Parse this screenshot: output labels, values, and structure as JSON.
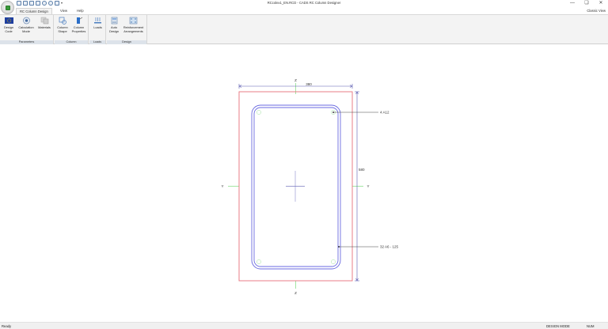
{
  "window": {
    "title": "RCcolex1_EN.RCD - CADS RC Column Designer",
    "controls": {
      "minimize": "—",
      "maximize": "❏",
      "close": "✕"
    }
  },
  "quick_access": {
    "icons": [
      "new-icon",
      "open-icon",
      "save-icon",
      "save-as-icon",
      "undo-icon",
      "redo-icon",
      "print-preview-icon"
    ],
    "dropdown": "▾"
  },
  "tabs": [
    {
      "label": "RC Column Design",
      "active": true
    },
    {
      "label": "View",
      "active": false
    },
    {
      "label": "Help",
      "active": false
    }
  ],
  "classic_view_label": "Classic View",
  "ribbon": {
    "groups": [
      {
        "label": "Parameters",
        "buttons": [
          {
            "label_line1": "Design",
            "label_line2": "Code",
            "icon": "eu-flag-icon"
          },
          {
            "label_line1": "Calculation",
            "label_line2": "Mode",
            "icon": "calculation-mode-icon"
          },
          {
            "label_line1": "Materials",
            "label_line2": "",
            "icon": "materials-icon"
          }
        ]
      },
      {
        "label": "Column",
        "buttons": [
          {
            "label_line1": "Column",
            "label_line2": "Shape",
            "icon": "column-shape-icon"
          },
          {
            "label_line1": "Column",
            "label_line2": "Properties",
            "icon": "column-properties-icon"
          }
        ]
      },
      {
        "label": "Loads",
        "buttons": [
          {
            "label_line1": "Loads",
            "label_line2": "",
            "icon": "loads-icon"
          }
        ]
      },
      {
        "label": "Design",
        "buttons": [
          {
            "label_line1": "Auto",
            "label_line2": "Design",
            "icon": "auto-design-icon"
          },
          {
            "label_line1": "Reinforcement",
            "label_line2": "Arrangements",
            "icon": "reinforcement-arrangements-icon"
          }
        ]
      }
    ]
  },
  "drawing": {
    "width_dim": "380",
    "height_dim": "580",
    "axis_z_top": "Z",
    "axis_z_bottom": "Z",
    "axis_y_left": "Y",
    "axis_y_right": "Y",
    "main_bar_label": "4 A12",
    "link_label": "32 A6 - 125",
    "colors": {
      "outline": "#e8707a",
      "links": "#6a6ae0",
      "axis": "#8de08d",
      "dimension": "#5a5ab0",
      "leader": "#444444"
    }
  },
  "status": {
    "left": "Ready",
    "mode": "DESIGN MODE",
    "num": "NUM"
  }
}
